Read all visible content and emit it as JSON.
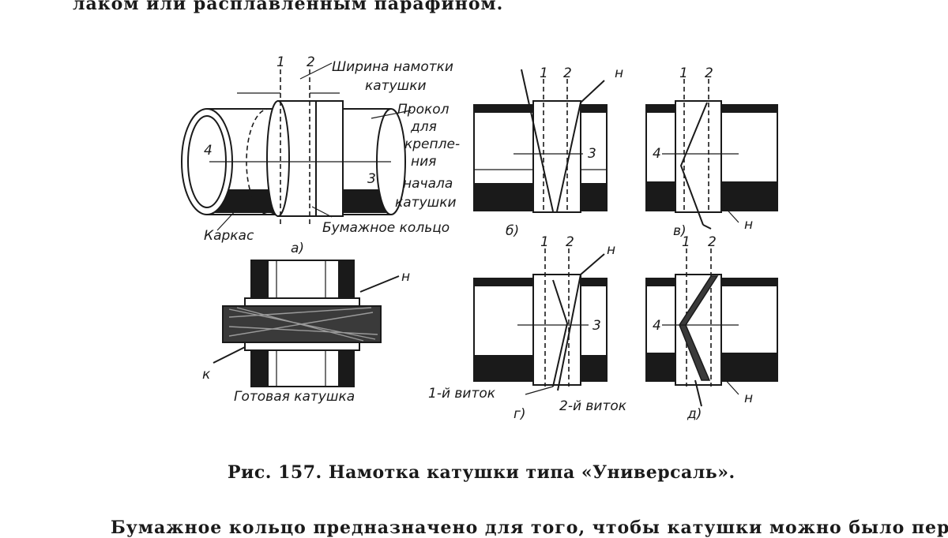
{
  "text": {
    "top_line": "лаком или расплавленным парафином.",
    "caption": "Рис. 157. Намотка катушки типа «Универсаль».",
    "bottom_line": "Бумажное кольцо предназначено для того, чтобы катушки можно было пере-"
  },
  "figure": {
    "panel_a": {
      "letter": "а)",
      "width_label_1": "Ширина намотки",
      "width_label_2": "катушки",
      "hole_label_1": "Прокол",
      "hole_label_2": "для",
      "hole_label_3": "крепле-",
      "hole_label_4": "ния",
      "hole_label_5": "начала",
      "hole_label_6": "катушки",
      "frame_label": "Каркас",
      "ring_label": "Бумажное кольцо",
      "mark1": "1",
      "mark2": "2",
      "mark3": "3",
      "mark4": "4"
    },
    "panel_b": {
      "letter": "б)",
      "mark1": "1",
      "mark2": "2",
      "mark3": "3",
      "wire": "н"
    },
    "panel_v": {
      "letter": "в)",
      "mark1": "1",
      "mark2": "2",
      "mark4": "4",
      "wire": "н"
    },
    "panel_g": {
      "letter": "г)",
      "mark1": "1",
      "mark2": "2",
      "mark3": "3",
      "wire": "н",
      "turn1": "1-й виток",
      "turn2": "2-й виток"
    },
    "panel_d": {
      "letter": "д)",
      "mark1": "1",
      "mark2": "2",
      "mark4": "4",
      "wire": "н"
    },
    "finished": {
      "label": "Готовая катушка",
      "wire_n": "н",
      "wire_k": "к"
    }
  }
}
